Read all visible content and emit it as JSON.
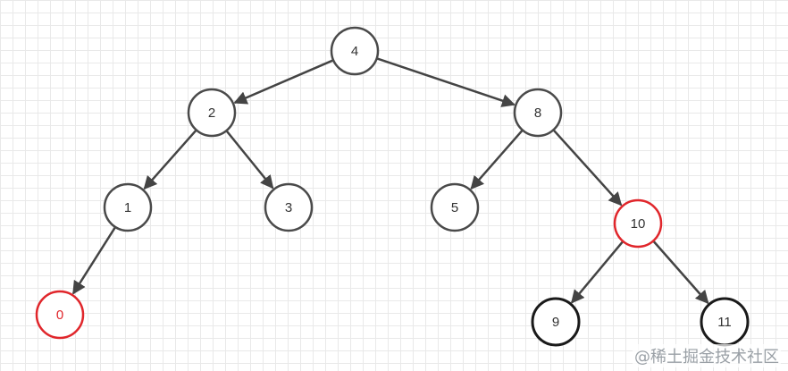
{
  "diagram": {
    "colors": {
      "edge": "#444444",
      "node_stroke": "#4a4a4a",
      "node_stroke_highlight": "#e0262b",
      "node_stroke_bold": "#1a1a1a",
      "label": "#333333",
      "label_highlight": "#e0262b"
    },
    "nodes": [
      {
        "id": "n4",
        "label": "4",
        "style": "normal"
      },
      {
        "id": "n2",
        "label": "2",
        "style": "normal"
      },
      {
        "id": "n8",
        "label": "8",
        "style": "normal"
      },
      {
        "id": "n1",
        "label": "1",
        "style": "normal"
      },
      {
        "id": "n3",
        "label": "3",
        "style": "normal"
      },
      {
        "id": "n5",
        "label": "5",
        "style": "normal"
      },
      {
        "id": "n10",
        "label": "10",
        "style": "highlight"
      },
      {
        "id": "n0",
        "label": "0",
        "style": "highlight-text"
      },
      {
        "id": "n9",
        "label": "9",
        "style": "bold"
      },
      {
        "id": "n11",
        "label": "11",
        "style": "bold"
      }
    ],
    "edges": [
      {
        "from": "n4",
        "to": "n2"
      },
      {
        "from": "n4",
        "to": "n8"
      },
      {
        "from": "n2",
        "to": "n1"
      },
      {
        "from": "n2",
        "to": "n3"
      },
      {
        "from": "n8",
        "to": "n5"
      },
      {
        "from": "n8",
        "to": "n10"
      },
      {
        "from": "n1",
        "to": "n0"
      },
      {
        "from": "n10",
        "to": "n9"
      },
      {
        "from": "n10",
        "to": "n11"
      }
    ]
  },
  "watermark": "@稀土掘金技术社区"
}
